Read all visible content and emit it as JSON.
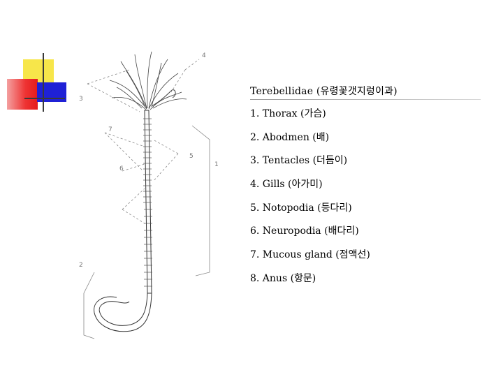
{
  "title": "Terebellidae (유령꽃갯지렁이과)",
  "items": [
    "1. Thorax (가슴)",
    "2. Abodmen (배)",
    "3. Tentacles (더듬이)",
    "4. Gills (아가미)",
    "5. Notopodia (등다리)",
    "6. Neuropodia (배다리)",
    "7. Mucous gland (점액선)",
    "8. Anus (항문)"
  ],
  "figure_labels": [
    "4",
    "3",
    "1",
    "7",
    "5",
    "6",
    "2"
  ],
  "colors": {
    "deco_yellow": "#f7e64a",
    "deco_red": "#e51c1c",
    "deco_blue": "#1f21d6"
  }
}
